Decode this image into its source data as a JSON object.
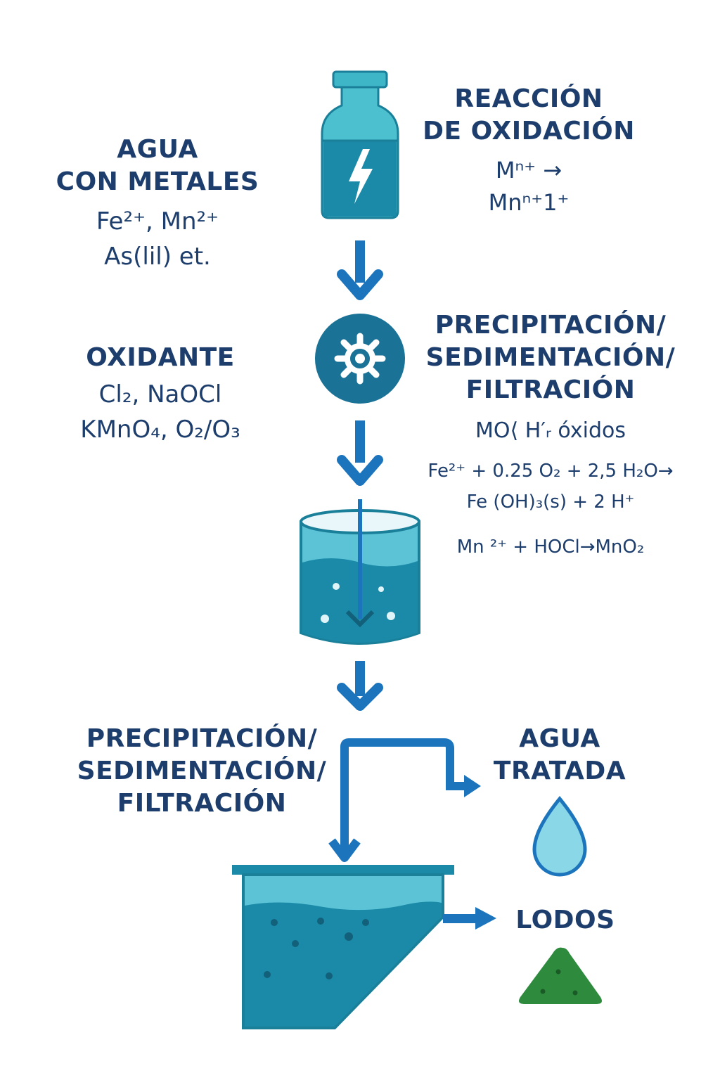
{
  "input": {
    "title_line1": "AGUA",
    "title_line2": "CON METALES",
    "detail_line1": "Fe²⁺, Mn²⁺",
    "detail_line2": "As(lil) et."
  },
  "oxidation": {
    "title_line1": "REACCIÓN",
    "title_line2": "DE OXIDACIÓN",
    "eq_line1": "Mⁿ⁺ →",
    "eq_line2": "Mnⁿ⁺1⁺"
  },
  "oxidant": {
    "title": "OXIDANTE",
    "line1": "Cl₂, NaOCl",
    "line2": "KMnO₄, O₂/O₃"
  },
  "middle_stage": {
    "title_line1": "PRECIPITACIÓN/",
    "title_line2": "SEDIMENTACIÓN/",
    "title_line3": "FILTRACIÓN",
    "oxides_label": "MO⟨ H′ᵣ óxidos",
    "eq1_line1": "Fe²⁺ + 0.25 O₂ + 2,5 H₂O→",
    "eq1_line2": "Fe (OH)₃(s) + 2 H⁺",
    "eq2": "Mn ²⁺ + HOCl→MnO₂"
  },
  "bottom_stage": {
    "title_line1": "PRECIPITACIÓN/",
    "title_line2": "SEDIMENTACIÓN/",
    "title_line3": "FILTRACIÓN"
  },
  "outputs": {
    "treated_line1": "AGUA",
    "treated_line2": "TRATADA",
    "sludge": "LODOS"
  },
  "colors": {
    "text": "#1d3e6d",
    "arrow": "#1c75bc",
    "teal_dark": "#1a8aa8",
    "teal_light": "#5cc3d6",
    "sludge_green": "#2e8b3e"
  }
}
